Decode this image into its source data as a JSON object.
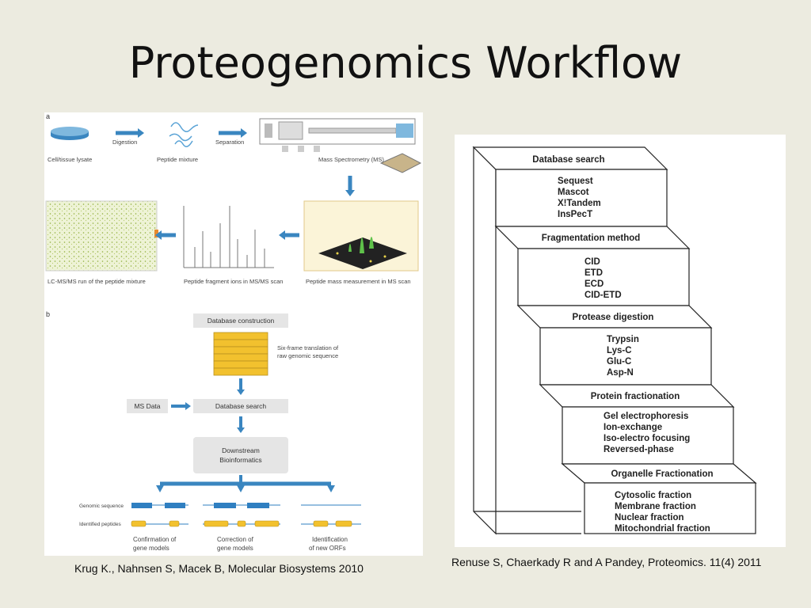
{
  "slide": {
    "title": "Proteogenomics Workflow"
  },
  "left_figure": {
    "panel_a_label": "a",
    "panel_b_label": "b",
    "step1": "Cell/tissue lysate",
    "arrow1": "Digestion",
    "step2": "Peptide mixture",
    "arrow2": "Separation",
    "step3": "Mass Spectrometry (MS)",
    "step4": "LC-MS/MS run of the peptide mixture",
    "step5": "Peptide fragment ions in MS/MS scan",
    "step6": "Peptide mass measurement in MS scan",
    "db_construction": "Database construction",
    "six_frame_line1": "Six-frame translation of",
    "six_frame_line2": "raw genomic sequence",
    "ms_data": "MS Data",
    "db_search": "Database search",
    "downstream_line1": "Downstream",
    "downstream_line2": "Bioinformatics",
    "genomic_sequence": "Genomic sequence",
    "identified_peptides": "Identified peptides",
    "outcome1_line1": "Confirmation of",
    "outcome1_line2": "gene models",
    "outcome2_line1": "Correction of",
    "outcome2_line2": "gene models",
    "outcome3_line1": "Identification",
    "outcome3_line2": "of new ORFs",
    "colors": {
      "blue_arrow": "#3a86c0",
      "yellow": "#f2c12e",
      "blue_box": "#2f7fc1"
    }
  },
  "right_figure": {
    "steps": [
      {
        "header": "Database search",
        "items": [
          "Sequest",
          "Mascot",
          "X!Tandem",
          "InsPecT"
        ]
      },
      {
        "header": "Fragmentation method",
        "items": [
          "CID",
          "ETD",
          "ECD",
          "CID-ETD"
        ]
      },
      {
        "header": "Protease digestion",
        "items": [
          "Trypsin",
          "Lys-C",
          "Glu-C",
          "Asp-N"
        ]
      },
      {
        "header": "Protein fractionation",
        "items": [
          "Gel electrophoresis",
          "Ion-exchange",
          "Iso-electro focusing",
          "Reversed-phase"
        ]
      },
      {
        "header": "Organelle Fractionation",
        "items": [
          "Cytosolic fraction",
          "Membrane fraction",
          "Nuclear fraction",
          "Mitochondrial fraction"
        ]
      }
    ]
  },
  "captions": {
    "left": "Krug K., Nahnsen S, Macek B, Molecular Biosystems 2010",
    "right": "Renuse S, Chaerkady R and A Pandey, Proteomics. 11(4) 2011"
  }
}
